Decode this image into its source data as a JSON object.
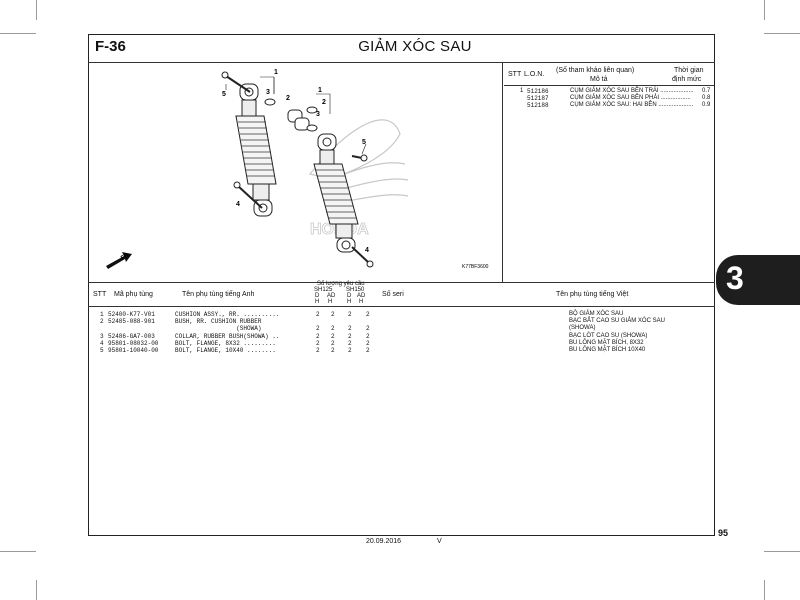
{
  "header": {
    "code": "F-36",
    "title": "GIẢM XÓC SAU"
  },
  "diagram": {
    "callouts": [
      "1",
      "2",
      "3",
      "4",
      "5"
    ],
    "figure_code": "K77BF3600",
    "direction_label": "FR.",
    "watermark": "HONDA"
  },
  "labor_table": {
    "headers": {
      "stt": "STT",
      "lon": "L.O.N.",
      "desc_top": "(Số tham khảo liên quan)",
      "desc_bottom": "Mô tả",
      "time_top": "Thời gian",
      "time_bottom": "định mức"
    },
    "rows": [
      {
        "stt": "1",
        "lon": "512186",
        "desc": "CỤM GIẢM XÓC SAU BÊN TRÁI ....................",
        "time": "0.7"
      },
      {
        "stt": "",
        "lon": "512187",
        "desc": "CỤM GIẢM XÓC SAU BÊN PHẢI ..................",
        "time": "0.8"
      },
      {
        "stt": "",
        "lon": "512188",
        "desc": "CỤM GIẢM XÓC SAU: HAI BÊN .....................",
        "time": "0.9"
      }
    ]
  },
  "parts_table": {
    "headers": {
      "stt": "STT",
      "part_no": "Mã phụ tùng",
      "name_en": "Tên phụ tùng tiếng Anh",
      "qty_caption": "Số lượng yêu cầu",
      "model1": "SH125",
      "model2": "SH150",
      "d1": "D",
      "ad1": "AD",
      "d2": "D",
      "ad2": "AD",
      "h1": "H",
      "h2": "H",
      "h3": "H",
      "h4": "H",
      "serial": "Số seri",
      "name_vn": "Tên phụ tùng tiếng Việt"
    },
    "rows": [
      {
        "stt": "1",
        "part_no": "52400-K77-V01",
        "name_en": "CUSHION ASSY., RR. ..........",
        "q1": "2",
        "q2": "2",
        "q3": "2",
        "q4": "2",
        "name_vn": "BỘ GIẢM XÓC SAU"
      },
      {
        "stt": "2",
        "part_no": "52485-088-901",
        "name_en": "BUSH, RR. CUSHION RUBBER",
        "q1": "",
        "q2": "",
        "q3": "",
        "q4": "",
        "name_vn": "BẠC BẮT CAO SU GIẢM XÓC SAU"
      },
      {
        "stt": "",
        "part_no": "",
        "name_en": "                 (SHOWA)",
        "q1": "2",
        "q2": "2",
        "q3": "2",
        "q4": "2",
        "name_vn": "(SHOWA)"
      },
      {
        "stt": "3",
        "part_no": "52486-GA7-003",
        "name_en": "COLLAR, RUBBER BUSH(SHOWA) ..",
        "q1": "2",
        "q2": "2",
        "q3": "2",
        "q4": "2",
        "name_vn": "BẠC LÓT CAO SU (SHOWA)"
      },
      {
        "stt": "4",
        "part_no": "95801-08032-00",
        "name_en": "BOLT, FLANGE, 8X32 .........",
        "q1": "2",
        "q2": "2",
        "q3": "2",
        "q4": "2",
        "name_vn": "BU LÔNG MẶT BÍCH, 8X32"
      },
      {
        "stt": "5",
        "part_no": "95801-10040-00",
        "name_en": "BOLT, FLANGE, 10X40 ........",
        "q1": "2",
        "q2": "2",
        "q3": "2",
        "q4": "2",
        "name_vn": "BU LÔNG MẶT BÍCH 10X40"
      }
    ]
  },
  "side_tab": "3",
  "page_number": "95",
  "footer": {
    "date": "20.09.2016",
    "version": "V"
  },
  "colors": {
    "ink": "#111111",
    "tab": "#1e1e1e",
    "watermark": "#c8c8c8"
  }
}
